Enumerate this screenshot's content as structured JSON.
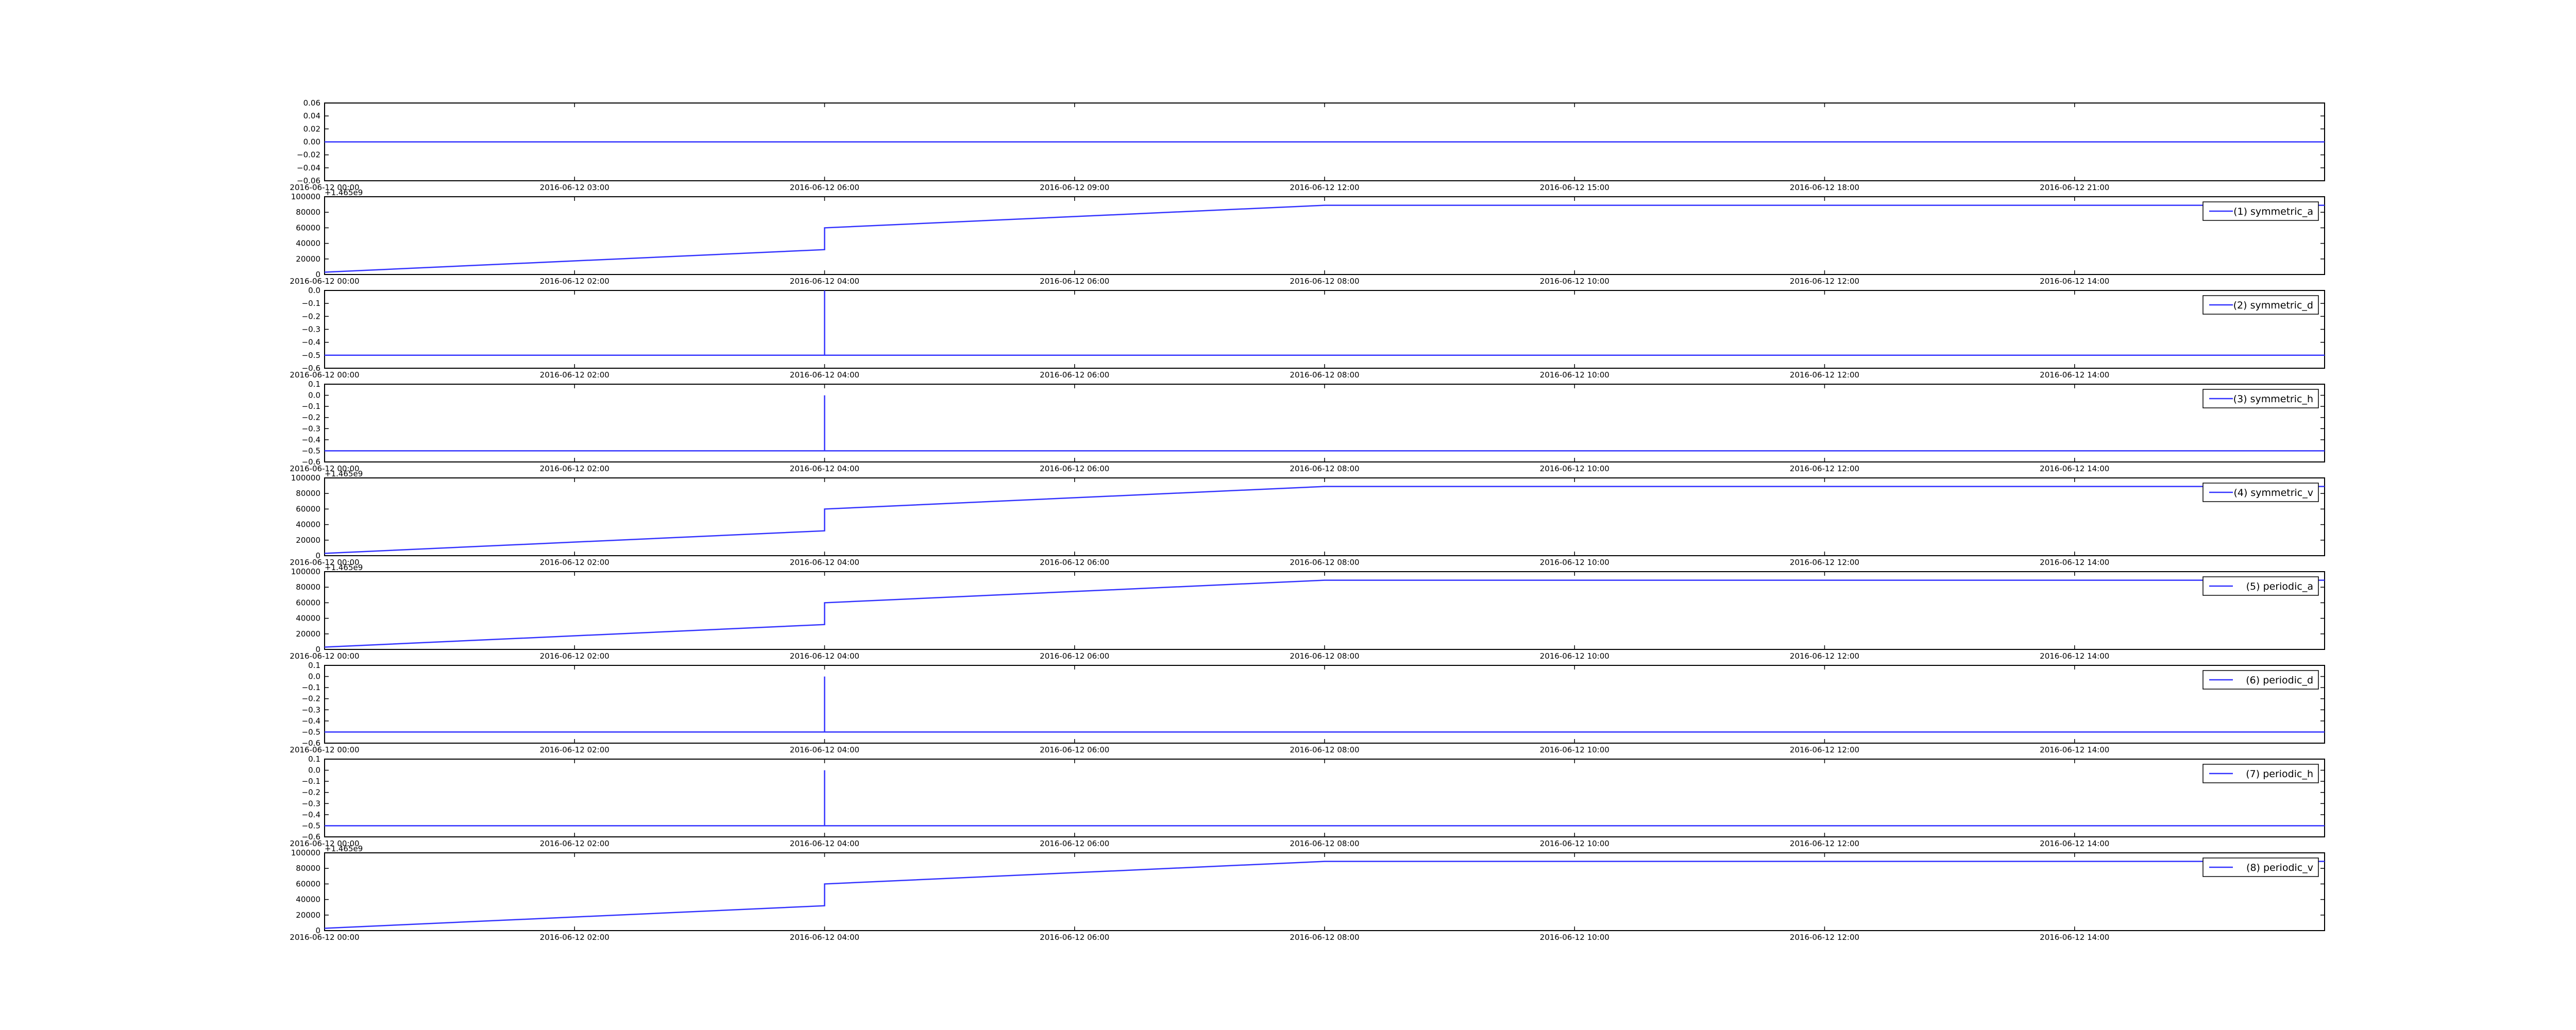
{
  "colors": {
    "line": "#3333ff",
    "axes": "#000000",
    "background": "#ffffff"
  },
  "chart_data": [
    {
      "type": "line",
      "id": "panel-0",
      "legend": null,
      "offset_text": "",
      "xlim": [
        "2016-06-12 00:00",
        "2016-06-13 00:00"
      ],
      "ylim": [
        -0.06,
        0.06
      ],
      "yticks": [
        -0.06,
        -0.04,
        -0.02,
        0.0,
        0.02,
        0.04,
        0.06
      ],
      "ytick_labels": [
        "−0.06",
        "−0.04",
        "−0.02",
        "0.00",
        "0.02",
        "0.04",
        "0.06"
      ],
      "xticks": [
        "2016-06-12 00:00",
        "2016-06-12 03:00",
        "2016-06-12 06:00",
        "2016-06-12 09:00",
        "2016-06-12 12:00",
        "2016-06-12 15:00",
        "2016-06-12 18:00",
        "2016-06-12 21:00"
      ],
      "series": [
        {
          "x": [
            "2016-06-12 00:00",
            "2016-06-13 00:00"
          ],
          "y": [
            0,
            0
          ]
        }
      ]
    },
    {
      "type": "line",
      "id": "panel-1",
      "legend": "(1) symmetric_a",
      "offset_text": "+1.465e9",
      "xlim": [
        "2016-06-12 00:00",
        "2016-06-12 16:00"
      ],
      "ylim": [
        0,
        100000
      ],
      "yticks": [
        0,
        20000,
        40000,
        60000,
        80000,
        100000
      ],
      "ytick_labels": [
        "0",
        "20000",
        "40000",
        "60000",
        "80000",
        "100000"
      ],
      "xticks": [
        "2016-06-12 00:00",
        "2016-06-12 02:00",
        "2016-06-12 04:00",
        "2016-06-12 06:00",
        "2016-06-12 08:00",
        "2016-06-12 10:00",
        "2016-06-12 12:00",
        "2016-06-12 14:00"
      ],
      "series": [
        {
          "name": "(1) symmetric_a",
          "x": [
            "2016-06-12 00:00",
            "2016-06-12 04:00",
            "2016-06-12 04:00",
            "2016-06-12 08:00",
            "2016-06-12 16:00"
          ],
          "y": [
            3000,
            32000,
            60000,
            89000,
            89000
          ]
        }
      ]
    },
    {
      "type": "line",
      "id": "panel-2",
      "legend": "(2) symmetric_d",
      "offset_text": "",
      "xlim": [
        "2016-06-12 00:00",
        "2016-06-12 16:00"
      ],
      "ylim": [
        -0.6,
        0.0
      ],
      "yticks": [
        -0.6,
        -0.5,
        -0.4,
        -0.3,
        -0.2,
        -0.1,
        0.0
      ],
      "ytick_labels": [
        "−0.6",
        "−0.5",
        "−0.4",
        "−0.3",
        "−0.2",
        "−0.1",
        "0.0"
      ],
      "xticks": [
        "2016-06-12 00:00",
        "2016-06-12 02:00",
        "2016-06-12 04:00",
        "2016-06-12 06:00",
        "2016-06-12 08:00",
        "2016-06-12 10:00",
        "2016-06-12 12:00",
        "2016-06-12 14:00"
      ],
      "series": [
        {
          "name": "(2) symmetric_d",
          "x": [
            "2016-06-12 00:00",
            "2016-06-12 04:00",
            "2016-06-12 04:00",
            "2016-06-12 04:00",
            "2016-06-12 16:00"
          ],
          "y": [
            -0.5,
            -0.5,
            0.0,
            -0.5,
            -0.5
          ]
        }
      ]
    },
    {
      "type": "line",
      "id": "panel-3",
      "legend": "(3) symmetric_h",
      "offset_text": "",
      "xlim": [
        "2016-06-12 00:00",
        "2016-06-12 16:00"
      ],
      "ylim": [
        -0.6,
        0.1
      ],
      "yticks": [
        -0.6,
        -0.5,
        -0.4,
        -0.3,
        -0.2,
        -0.1,
        0.0,
        0.1
      ],
      "ytick_labels": [
        "−0.6",
        "−0.5",
        "−0.4",
        "−0.3",
        "−0.2",
        "−0.1",
        "0.0",
        "0.1"
      ],
      "xticks": [
        "2016-06-12 00:00",
        "2016-06-12 02:00",
        "2016-06-12 04:00",
        "2016-06-12 06:00",
        "2016-06-12 08:00",
        "2016-06-12 10:00",
        "2016-06-12 12:00",
        "2016-06-12 14:00"
      ],
      "series": [
        {
          "name": "(3) symmetric_h",
          "x": [
            "2016-06-12 00:00",
            "2016-06-12 04:00",
            "2016-06-12 04:00",
            "2016-06-12 04:00",
            "2016-06-12 16:00"
          ],
          "y": [
            -0.5,
            -0.5,
            0.0,
            -0.5,
            -0.5
          ]
        }
      ]
    },
    {
      "type": "line",
      "id": "panel-4",
      "legend": "(4) symmetric_v",
      "offset_text": "+1.465e9",
      "xlim": [
        "2016-06-12 00:00",
        "2016-06-12 16:00"
      ],
      "ylim": [
        0,
        100000
      ],
      "yticks": [
        0,
        20000,
        40000,
        60000,
        80000,
        100000
      ],
      "ytick_labels": [
        "0",
        "20000",
        "40000",
        "60000",
        "80000",
        "100000"
      ],
      "xticks": [
        "2016-06-12 00:00",
        "2016-06-12 02:00",
        "2016-06-12 04:00",
        "2016-06-12 06:00",
        "2016-06-12 08:00",
        "2016-06-12 10:00",
        "2016-06-12 12:00",
        "2016-06-12 14:00"
      ],
      "series": [
        {
          "name": "(4) symmetric_v",
          "x": [
            "2016-06-12 00:00",
            "2016-06-12 04:00",
            "2016-06-12 04:00",
            "2016-06-12 08:00",
            "2016-06-12 16:00"
          ],
          "y": [
            3000,
            32000,
            60000,
            89000,
            89000
          ]
        }
      ]
    },
    {
      "type": "line",
      "id": "panel-5",
      "legend": "(5) periodic_a",
      "offset_text": "+1.465e9",
      "xlim": [
        "2016-06-12 00:00",
        "2016-06-12 16:00"
      ],
      "ylim": [
        0,
        100000
      ],
      "yticks": [
        0,
        20000,
        40000,
        60000,
        80000,
        100000
      ],
      "ytick_labels": [
        "0",
        "20000",
        "40000",
        "60000",
        "80000",
        "100000"
      ],
      "xticks": [
        "2016-06-12 00:00",
        "2016-06-12 02:00",
        "2016-06-12 04:00",
        "2016-06-12 06:00",
        "2016-06-12 08:00",
        "2016-06-12 10:00",
        "2016-06-12 12:00",
        "2016-06-12 14:00"
      ],
      "series": [
        {
          "name": "(5) periodic_a",
          "x": [
            "2016-06-12 00:00",
            "2016-06-12 04:00",
            "2016-06-12 04:00",
            "2016-06-12 08:00",
            "2016-06-12 16:00"
          ],
          "y": [
            3000,
            32000,
            60000,
            89000,
            89000
          ]
        }
      ]
    },
    {
      "type": "line",
      "id": "panel-6",
      "legend": "(6) periodic_d",
      "offset_text": "",
      "xlim": [
        "2016-06-12 00:00",
        "2016-06-12 16:00"
      ],
      "ylim": [
        -0.6,
        0.1
      ],
      "yticks": [
        -0.6,
        -0.5,
        -0.4,
        -0.3,
        -0.2,
        -0.1,
        0.0,
        0.1
      ],
      "ytick_labels": [
        "−0.6",
        "−0.5",
        "−0.4",
        "−0.3",
        "−0.2",
        "−0.1",
        "0.0",
        "0.1"
      ],
      "xticks": [
        "2016-06-12 00:00",
        "2016-06-12 02:00",
        "2016-06-12 04:00",
        "2016-06-12 06:00",
        "2016-06-12 08:00",
        "2016-06-12 10:00",
        "2016-06-12 12:00",
        "2016-06-12 14:00"
      ],
      "series": [
        {
          "name": "(6) periodic_d",
          "x": [
            "2016-06-12 00:00",
            "2016-06-12 04:00",
            "2016-06-12 04:00",
            "2016-06-12 04:00",
            "2016-06-12 16:00"
          ],
          "y": [
            -0.5,
            -0.5,
            0.0,
            -0.5,
            -0.5
          ]
        }
      ]
    },
    {
      "type": "line",
      "id": "panel-7",
      "legend": "(7) periodic_h",
      "offset_text": "",
      "xlim": [
        "2016-06-12 00:00",
        "2016-06-12 16:00"
      ],
      "ylim": [
        -0.6,
        0.1
      ],
      "yticks": [
        -0.6,
        -0.5,
        -0.4,
        -0.3,
        -0.2,
        -0.1,
        0.0,
        0.1
      ],
      "ytick_labels": [
        "−0.6",
        "−0.5",
        "−0.4",
        "−0.3",
        "−0.2",
        "−0.1",
        "0.0",
        "0.1"
      ],
      "xticks": [
        "2016-06-12 00:00",
        "2016-06-12 02:00",
        "2016-06-12 04:00",
        "2016-06-12 06:00",
        "2016-06-12 08:00",
        "2016-06-12 10:00",
        "2016-06-12 12:00",
        "2016-06-12 14:00"
      ],
      "series": [
        {
          "name": "(7) periodic_h",
          "x": [
            "2016-06-12 00:00",
            "2016-06-12 04:00",
            "2016-06-12 04:00",
            "2016-06-12 04:00",
            "2016-06-12 16:00"
          ],
          "y": [
            -0.5,
            -0.5,
            0.0,
            -0.5,
            -0.5
          ]
        }
      ]
    },
    {
      "type": "line",
      "id": "panel-8",
      "legend": "(8) periodic_v",
      "offset_text": "+1.465e9",
      "xlim": [
        "2016-06-12 00:00",
        "2016-06-12 16:00"
      ],
      "ylim": [
        0,
        100000
      ],
      "yticks": [
        0,
        20000,
        40000,
        60000,
        80000,
        100000
      ],
      "ytick_labels": [
        "0",
        "20000",
        "40000",
        "60000",
        "80000",
        "100000"
      ],
      "xticks": [
        "2016-06-12 00:00",
        "2016-06-12 02:00",
        "2016-06-12 04:00",
        "2016-06-12 06:00",
        "2016-06-12 08:00",
        "2016-06-12 10:00",
        "2016-06-12 12:00",
        "2016-06-12 14:00"
      ],
      "series": [
        {
          "name": "(8) periodic_v",
          "x": [
            "2016-06-12 00:00",
            "2016-06-12 04:00",
            "2016-06-12 04:00",
            "2016-06-12 08:00",
            "2016-06-12 16:00"
          ],
          "y": [
            3000,
            32000,
            60000,
            89000,
            89000
          ]
        }
      ]
    }
  ]
}
